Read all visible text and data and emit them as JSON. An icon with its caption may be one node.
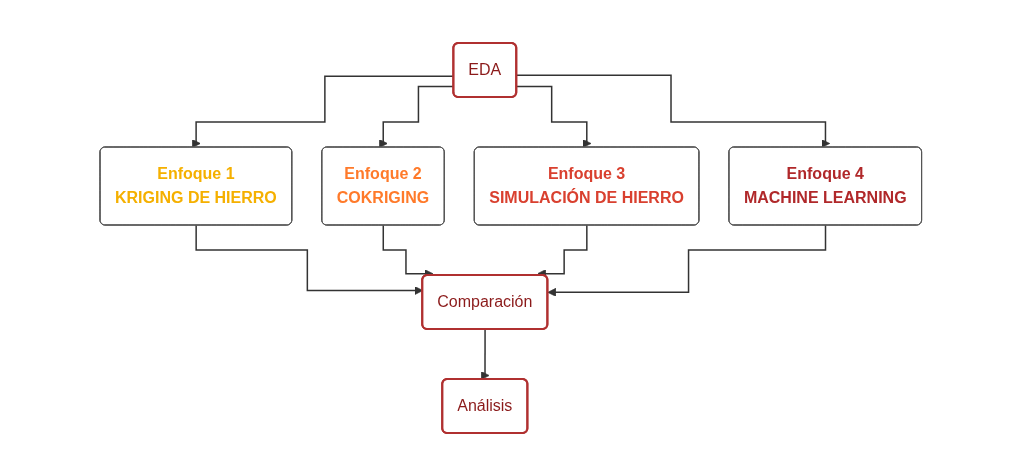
{
  "diagram": {
    "nodes": [
      {
        "text": [
          "EDA"
        ]
      },
      {
        "text": [
          "Enfoque 1",
          "KRIGING DE HIERRO"
        ]
      },
      {
        "text": [
          "Enfoque 2",
          "COKRIGING"
        ]
      },
      {
        "text": [
          "Enfoque 3",
          "SIMULACIÓN DE HIERRO"
        ]
      },
      {
        "text": [
          "Enfoque 4",
          "MACHINE LEARNING"
        ]
      },
      {
        "text": [
          "Comparación"
        ]
      },
      {
        "text": [
          "Análisis"
        ]
      }
    ],
    "edges": [
      {
        "from": 0,
        "to": 1,
        "arrow": "to"
      },
      {
        "from": 0,
        "to": 2,
        "arrow": "to"
      },
      {
        "from": 0,
        "to": 3,
        "arrow": "to"
      },
      {
        "from": 0,
        "to": 4,
        "arrow": "to"
      },
      {
        "from": 1,
        "to": 5,
        "arrow": "to"
      },
      {
        "from": 2,
        "to": 5,
        "arrow": "to"
      },
      {
        "from": 3,
        "to": 5,
        "arrow": "to"
      },
      {
        "from": 4,
        "to": 5,
        "arrow": "to"
      },
      {
        "from": 5,
        "to": 6,
        "arrow": "to"
      }
    ]
  }
}
